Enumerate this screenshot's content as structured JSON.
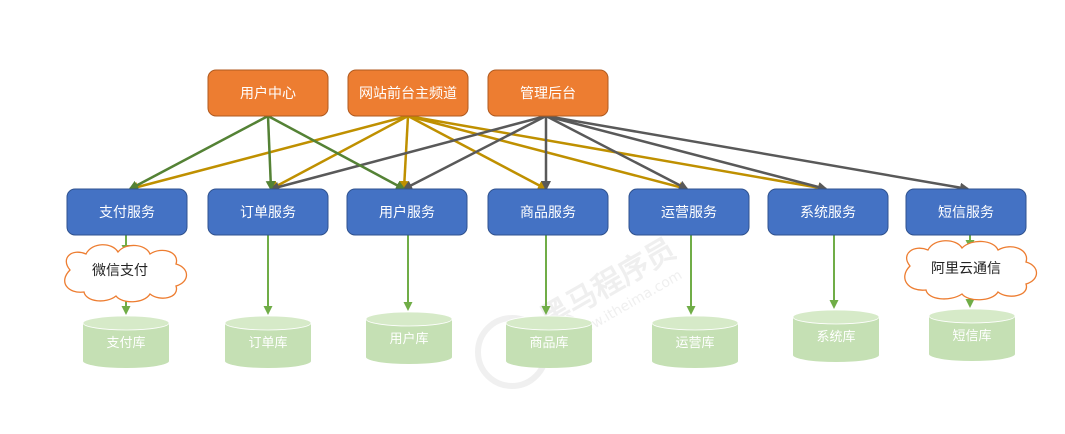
{
  "colors": {
    "orange_fill": "#ED7D31",
    "orange_stroke": "#B05A1F",
    "blue_fill": "#4472C4",
    "blue_stroke": "#2F528F",
    "db_fill": "#C5E0B4",
    "db_top": "#D6EAC8",
    "green_arrow": "#548235",
    "gold_arrow": "#BF9000",
    "gray_arrow": "#595959",
    "light_green_arrow": "#70AD47",
    "cloud_stroke": "#ED7D31"
  },
  "clients": [
    {
      "id": "user-center",
      "label": "用户中心"
    },
    {
      "id": "portal",
      "label": "网站前台主频道"
    },
    {
      "id": "admin",
      "label": "管理后台"
    }
  ],
  "services": [
    {
      "id": "pay",
      "label": "支付服务"
    },
    {
      "id": "order",
      "label": "订单服务"
    },
    {
      "id": "user",
      "label": "用户服务"
    },
    {
      "id": "goods",
      "label": "商品服务"
    },
    {
      "id": "ops",
      "label": "运营服务"
    },
    {
      "id": "system",
      "label": "系统服务"
    },
    {
      "id": "sms",
      "label": "短信服务"
    }
  ],
  "externals": [
    {
      "id": "wechat-pay",
      "label": "微信支付",
      "service": "pay"
    },
    {
      "id": "aliyun-sms",
      "label": "阿里云通信",
      "service": "sms"
    }
  ],
  "databases": [
    {
      "id": "pay-db",
      "label": "支付库"
    },
    {
      "id": "order-db",
      "label": "订单库"
    },
    {
      "id": "user-db",
      "label": "用户库"
    },
    {
      "id": "goods-db",
      "label": "商品库"
    },
    {
      "id": "ops-db",
      "label": "运营库"
    },
    {
      "id": "system-db",
      "label": "系统库"
    },
    {
      "id": "sms-db",
      "label": "短信库"
    }
  ],
  "edges": {
    "user-center": [
      "pay",
      "order",
      "user"
    ],
    "portal": [
      "pay",
      "order",
      "user",
      "goods",
      "ops",
      "system"
    ],
    "admin": [
      "order",
      "user",
      "goods",
      "ops",
      "system",
      "sms"
    ]
  },
  "watermark": {
    "brand": "黑马程序员",
    "url": "www.itheima.com"
  }
}
